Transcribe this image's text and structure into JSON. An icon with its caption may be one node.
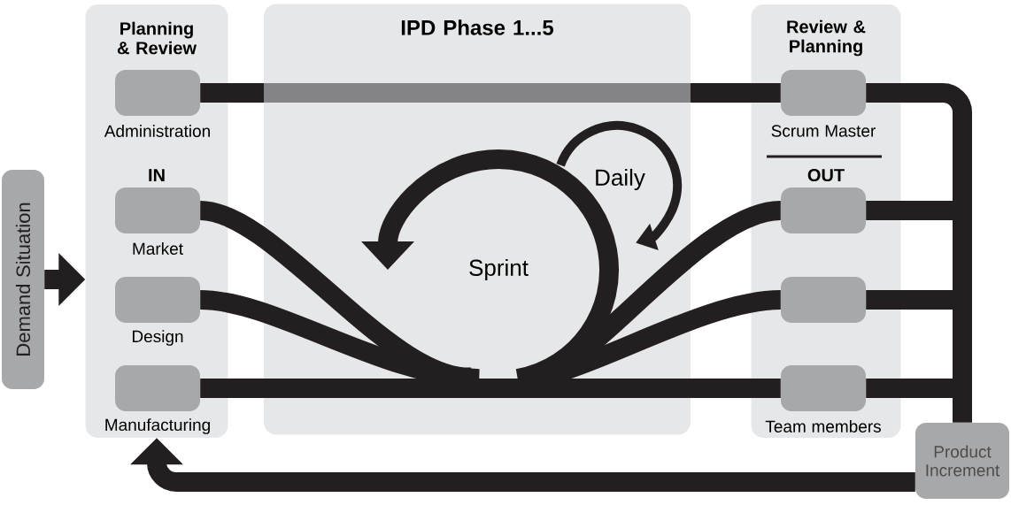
{
  "diagram": {
    "nodes": [
      {
        "text": [
          "Planning & Review"
        ]
      },
      {
        "text": [],
        "shape": "box",
        "in": 0,
        "beside": [
          "Administration"
        ]
      },
      {
        "text": [],
        "shape": "box",
        "in": 0,
        "beside": [
          "Market"
        ]
      },
      {
        "text": [],
        "shape": "box",
        "in": 0,
        "beside": [
          "Design"
        ]
      },
      {
        "text": [],
        "shape": "box",
        "in": 0,
        "beside": [
          "Manufacturing"
        ]
      },
      {
        "text": [
          "IPD Phase 1...5"
        ]
      },
      {
        "text": [
          "Sprint"
        ],
        "in": 5
      },
      {
        "text": [
          "Review & Planning"
        ]
      },
      {
        "text": [],
        "shape": "box",
        "in": 7,
        "beside": [
          "Scrum Master"
        ]
      },
      {
        "text": [],
        "shape": "box",
        "in": 7
      },
      {
        "text": [],
        "shape": "box",
        "in": 7
      },
      {
        "text": [],
        "shape": "box",
        "in": 7,
        "beside": [
          "Team members"
        ]
      },
      {
        "text": [
          "Product Increment"
        ]
      },
      {
        "text": [
          "Demand Situation"
        ]
      }
    ],
    "edges": [
      {
        "from": 1,
        "to": 8,
        "arrow": "none"
      },
      {
        "from": 2,
        "to": 6,
        "arrow": "none"
      },
      {
        "from": 3,
        "to": 6,
        "arrow": "none"
      },
      {
        "from": 4,
        "to": 11,
        "arrow": "none"
      },
      {
        "from": 6,
        "to": 9,
        "arrow": "none"
      },
      {
        "from": 6,
        "to": 10,
        "arrow": "none"
      },
      {
        "from": 8,
        "to": 12,
        "arrow": "none"
      },
      {
        "from": 9,
        "to": 12,
        "arrow": "none"
      },
      {
        "from": 10,
        "to": 12,
        "arrow": "none"
      },
      {
        "from": 11,
        "to": 12,
        "arrow": "none"
      },
      {
        "from": 12,
        "to": 0,
        "arrow": "to"
      },
      {
        "from": 13,
        "to": 0,
        "arrow": "to"
      }
    ],
    "labels": [
      "IN",
      "Daily",
      "OUT"
    ]
  }
}
